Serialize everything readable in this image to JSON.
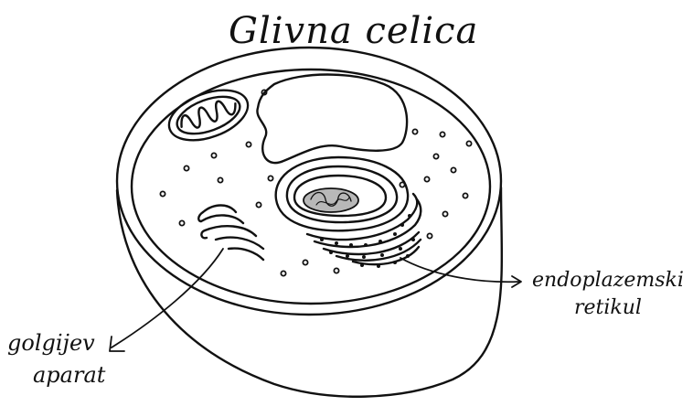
{
  "diagram": {
    "title": "Glivna celica",
    "labels": {
      "er_line1": "endoplazemski",
      "er_line2": "retikul",
      "golgi_line1": "golgijev",
      "golgi_line2": "aparat"
    },
    "colors": {
      "ink": "#111111",
      "background": "#ffffff",
      "nucleolus": "#b8b8b8"
    }
  }
}
